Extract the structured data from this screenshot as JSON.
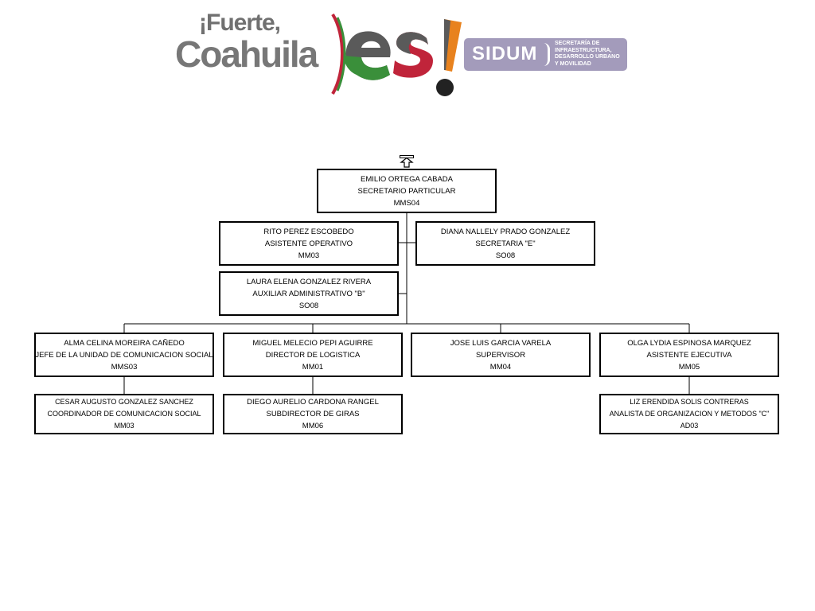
{
  "header": {
    "logo_line1": "¡Fuerte,",
    "logo_line2": "Coahuila",
    "logo_es": "es!",
    "sidum": {
      "name": "SIDUM",
      "subtitle_lines": [
        "SECRETARÍA DE",
        "INFRAESTRUCTURA,",
        "DESARROLLO URBANO",
        "Y MOVILIDAD"
      ]
    }
  },
  "colors": {
    "logo_gray": "#707070",
    "es_gray": "#5a5a5a",
    "es_green": "#3a8f3a",
    "es_red": "#c0243a",
    "es_orange": "#e8821e",
    "sidum_purple": "#a39bbb",
    "box_border": "#000000"
  },
  "org_chart": {
    "top": {
      "name": "EMILIO ORTEGA CABADA",
      "title": "SECRETARIO PARTICULAR",
      "code": "MMS04"
    },
    "staff_left": [
      {
        "name": "RITO PEREZ ESCOBEDO",
        "title": "ASISTENTE OPERATIVO",
        "code": "MM03"
      },
      {
        "name": "LAURA ELENA GONZALEZ RIVERA",
        "title": "AUXILIAR ADMINISTRATIVO \"B\"",
        "code": "SO08"
      }
    ],
    "staff_right": [
      {
        "name": "DIANA NALLELY PRADO GONZALEZ",
        "title": "SECRETARIA \"E\"",
        "code": "SO08"
      }
    ],
    "departments": [
      {
        "name": "ALMA CELINA MOREIRA CAÑEDO",
        "title": "JEFE DE LA UNIDAD  DE COMUNICACION SOCIAL",
        "code": "MMS03",
        "sub": {
          "name": "CESAR AUGUSTO GONZALEZ SANCHEZ",
          "title": "COORDINADOR DE COMUNICACION SOCIAL",
          "code": "MM03"
        }
      },
      {
        "name": "MIGUEL MELECIO PEPI AGUIRRE",
        "title": "DIRECTOR DE LOGISTICA",
        "code": "MM01",
        "sub": {
          "name": "DIEGO AURELIO CARDONA RANGEL",
          "title": "SUBDIRECTOR DE GIRAS",
          "code": "MM06"
        }
      },
      {
        "name": "JOSE LUIS GARCIA VARELA",
        "title": "SUPERVISOR",
        "code": "MM04"
      },
      {
        "name": "OLGA LYDIA ESPINOSA MARQUEZ",
        "title": "ASISTENTE EJECUTIVA",
        "code": "MM05",
        "sub": {
          "name": "LIZ ERENDIDA SOLIS CONTRERAS",
          "title": "ANALISTA DE ORGANIZACION Y METODOS \"C\"",
          "code": "AD03"
        }
      }
    ]
  },
  "icons": {
    "navigate_up": "up-arrow-icon"
  }
}
